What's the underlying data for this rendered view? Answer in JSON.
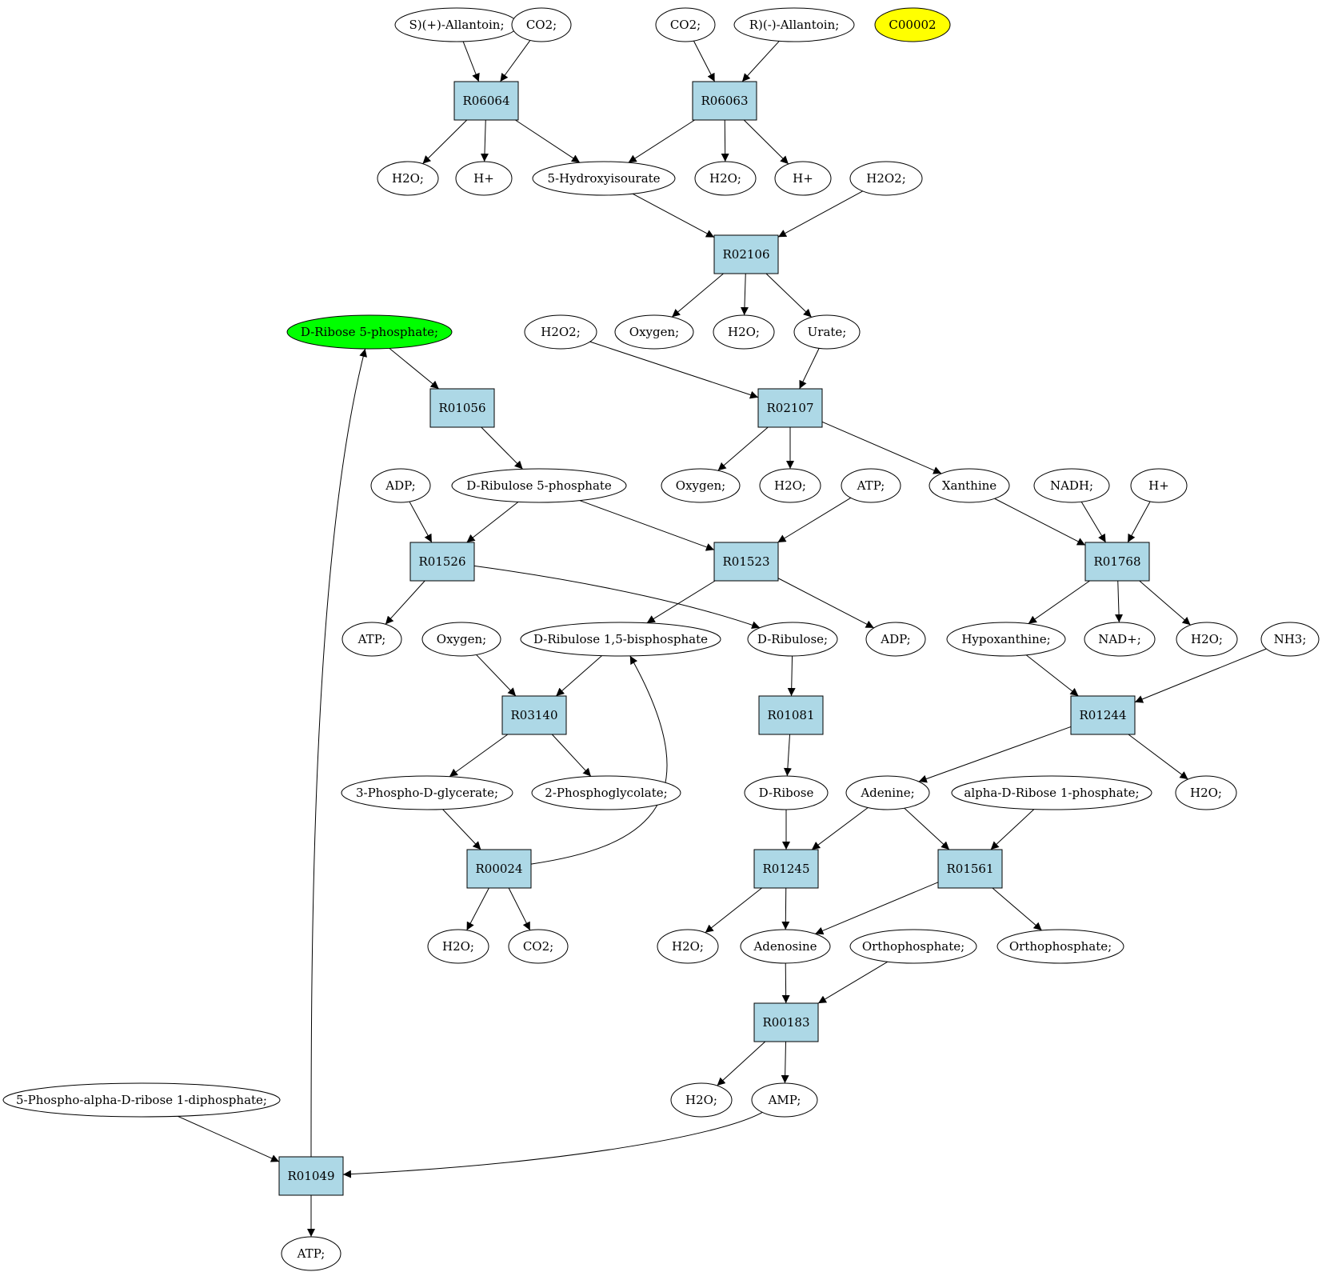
{
  "colors": {
    "reaction_fill": "#add8e6",
    "metabolite_fill": "#ffffff",
    "source_fill": "#00ff00",
    "highlight_fill": "#ffff00",
    "stroke": "#000000"
  },
  "nodes": {
    "allS": {
      "label": "S)(+)-Allantoin;",
      "kind": "metabolite"
    },
    "co2a": {
      "label": "CO2;",
      "kind": "metabolite"
    },
    "co2b": {
      "label": "CO2;",
      "kind": "metabolite"
    },
    "allR": {
      "label": "R)(-)-Allantoin;",
      "kind": "metabolite"
    },
    "c00002": {
      "label": "C00002",
      "kind": "highlight"
    },
    "R06064": {
      "label": "R06064",
      "kind": "reaction"
    },
    "R06063": {
      "label": "R06063",
      "kind": "reaction"
    },
    "h2o1": {
      "label": "H2O;",
      "kind": "metabolite"
    },
    "hp1": {
      "label": "H+",
      "kind": "metabolite"
    },
    "hiu": {
      "label": "5-Hydroxyisourate",
      "kind": "metabolite"
    },
    "h2o2": {
      "label": "H2O;",
      "kind": "metabolite"
    },
    "hp2": {
      "label": "H+",
      "kind": "metabolite"
    },
    "h2o2a": {
      "label": "H2O2;",
      "kind": "metabolite"
    },
    "R02106": {
      "label": "R02106",
      "kind": "reaction"
    },
    "rib5p": {
      "label": "D-Ribose 5-phosphate;",
      "kind": "source"
    },
    "h2o2b": {
      "label": "H2O2;",
      "kind": "metabolite"
    },
    "oxy1": {
      "label": "Oxygen;",
      "kind": "metabolite"
    },
    "h2o3": {
      "label": "H2O;",
      "kind": "metabolite"
    },
    "urate": {
      "label": "Urate;",
      "kind": "metabolite"
    },
    "R01056": {
      "label": "R01056",
      "kind": "reaction"
    },
    "R02107": {
      "label": "R02107",
      "kind": "reaction"
    },
    "adp1": {
      "label": "ADP;",
      "kind": "metabolite"
    },
    "ribu5p": {
      "label": "D-Ribulose 5-phosphate",
      "kind": "metabolite"
    },
    "oxy2": {
      "label": "Oxygen;",
      "kind": "metabolite"
    },
    "h2o4": {
      "label": "H2O;",
      "kind": "metabolite"
    },
    "atp1": {
      "label": "ATP;",
      "kind": "metabolite"
    },
    "xan": {
      "label": "Xanthine",
      "kind": "metabolite"
    },
    "nadh": {
      "label": "NADH;",
      "kind": "metabolite"
    },
    "hp3": {
      "label": "H+",
      "kind": "metabolite"
    },
    "R01526": {
      "label": "R01526",
      "kind": "reaction"
    },
    "R01523": {
      "label": "R01523",
      "kind": "reaction"
    },
    "R01768": {
      "label": "R01768",
      "kind": "reaction"
    },
    "atp2": {
      "label": "ATP;",
      "kind": "metabolite"
    },
    "oxy3": {
      "label": "Oxygen;",
      "kind": "metabolite"
    },
    "rubp": {
      "label": "D-Ribulose 1,5-bisphosphate",
      "kind": "metabolite"
    },
    "ribu": {
      "label": "D-Ribulose;",
      "kind": "metabolite"
    },
    "adp2": {
      "label": "ADP;",
      "kind": "metabolite"
    },
    "hyp": {
      "label": "Hypoxanthine;",
      "kind": "metabolite"
    },
    "nadp": {
      "label": "NAD+;",
      "kind": "metabolite"
    },
    "h2o5": {
      "label": "H2O;",
      "kind": "metabolite"
    },
    "nh3": {
      "label": "NH3;",
      "kind": "metabolite"
    },
    "R03140": {
      "label": "R03140",
      "kind": "reaction"
    },
    "R01081": {
      "label": "R01081",
      "kind": "reaction"
    },
    "R01244": {
      "label": "R01244",
      "kind": "reaction"
    },
    "pg3": {
      "label": "3-Phospho-D-glycerate;",
      "kind": "metabolite"
    },
    "pgly": {
      "label": "2-Phosphoglycolate;",
      "kind": "metabolite"
    },
    "ribose": {
      "label": "D-Ribose",
      "kind": "metabolite"
    },
    "ade": {
      "label": "Adenine;",
      "kind": "metabolite"
    },
    "ar1p": {
      "label": "alpha-D-Ribose 1-phosphate;",
      "kind": "metabolite"
    },
    "h2o6": {
      "label": "H2O;",
      "kind": "metabolite"
    },
    "R00024": {
      "label": "R00024",
      "kind": "reaction"
    },
    "R01245": {
      "label": "R01245",
      "kind": "reaction"
    },
    "R01561": {
      "label": "R01561",
      "kind": "reaction"
    },
    "h2o7": {
      "label": "H2O;",
      "kind": "metabolite"
    },
    "co2c": {
      "label": "CO2;",
      "kind": "metabolite"
    },
    "h2o8": {
      "label": "H2O;",
      "kind": "metabolite"
    },
    "ado": {
      "label": "Adenosine",
      "kind": "metabolite"
    },
    "pi1": {
      "label": "Orthophosphate;",
      "kind": "metabolite"
    },
    "pi2": {
      "label": "Orthophosphate;",
      "kind": "metabolite"
    },
    "R00183": {
      "label": "R00183",
      "kind": "reaction"
    },
    "prpp": {
      "label": "5-Phospho-alpha-D-ribose 1-diphosphate;",
      "kind": "metabolite"
    },
    "h2o9": {
      "label": "H2O;",
      "kind": "metabolite"
    },
    "amp": {
      "label": "AMP;",
      "kind": "metabolite"
    },
    "R01049": {
      "label": "R01049",
      "kind": "reaction"
    },
    "atp3": {
      "label": "ATP;",
      "kind": "metabolite"
    }
  },
  "edges": [
    [
      "allS",
      "R06064"
    ],
    [
      "co2a",
      "R06064"
    ],
    [
      "co2b",
      "R06063"
    ],
    [
      "allR",
      "R06063"
    ],
    [
      "R06064",
      "h2o1"
    ],
    [
      "R06064",
      "hp1"
    ],
    [
      "R06064",
      "hiu"
    ],
    [
      "R06063",
      "hiu"
    ],
    [
      "R06063",
      "h2o2"
    ],
    [
      "R06063",
      "hp2"
    ],
    [
      "hiu",
      "R02106"
    ],
    [
      "h2o2a",
      "R02106"
    ],
    [
      "R02106",
      "oxy1"
    ],
    [
      "R02106",
      "h2o3"
    ],
    [
      "R02106",
      "urate"
    ],
    [
      "h2o2b",
      "R02107"
    ],
    [
      "urate",
      "R02107"
    ],
    [
      "R02107",
      "oxy2"
    ],
    [
      "R02107",
      "h2o4"
    ],
    [
      "R02107",
      "xan"
    ],
    [
      "rib5p",
      "R01056"
    ],
    [
      "R01056",
      "ribu5p"
    ],
    [
      "adp1",
      "R01526"
    ],
    [
      "ribu5p",
      "R01526"
    ],
    [
      "ribu5p",
      "R01523"
    ],
    [
      "atp1",
      "R01523"
    ],
    [
      "xan",
      "R01768"
    ],
    [
      "nadh",
      "R01768"
    ],
    [
      "hp3",
      "R01768"
    ],
    [
      "R01526",
      "atp2"
    ],
    [
      "R01526",
      "ribu"
    ],
    [
      "R01523",
      "rubp"
    ],
    [
      "R01523",
      "adp2"
    ],
    [
      "R01768",
      "hyp"
    ],
    [
      "R01768",
      "nadp"
    ],
    [
      "R01768",
      "h2o5"
    ],
    [
      "oxy3",
      "R03140"
    ],
    [
      "rubp",
      "R03140"
    ],
    [
      "R03140",
      "pg3"
    ],
    [
      "R03140",
      "pgly"
    ],
    [
      "ribu",
      "R01081"
    ],
    [
      "R01081",
      "ribose"
    ],
    [
      "hyp",
      "R01244"
    ],
    [
      "nh3",
      "R01244"
    ],
    [
      "R01244",
      "ade"
    ],
    [
      "R01244",
      "h2o6"
    ],
    [
      "pg3",
      "R00024"
    ],
    [
      "R00024",
      "h2o7"
    ],
    [
      "R00024",
      "co2c"
    ],
    [
      "R00024",
      "rubp"
    ],
    [
      "ribose",
      "R01245"
    ],
    [
      "ade",
      "R01245"
    ],
    [
      "ade",
      "R01561"
    ],
    [
      "ar1p",
      "R01561"
    ],
    [
      "R01245",
      "h2o8"
    ],
    [
      "R01245",
      "ado"
    ],
    [
      "R01561",
      "ado"
    ],
    [
      "R01561",
      "pi2"
    ],
    [
      "ado",
      "R00183"
    ],
    [
      "pi1",
      "R00183"
    ],
    [
      "R00183",
      "h2o9"
    ],
    [
      "R00183",
      "amp"
    ],
    [
      "prpp",
      "R01049"
    ],
    [
      "amp",
      "R01049"
    ],
    [
      "R01049",
      "atp3"
    ],
    [
      "R01049",
      "rib5p"
    ]
  ]
}
